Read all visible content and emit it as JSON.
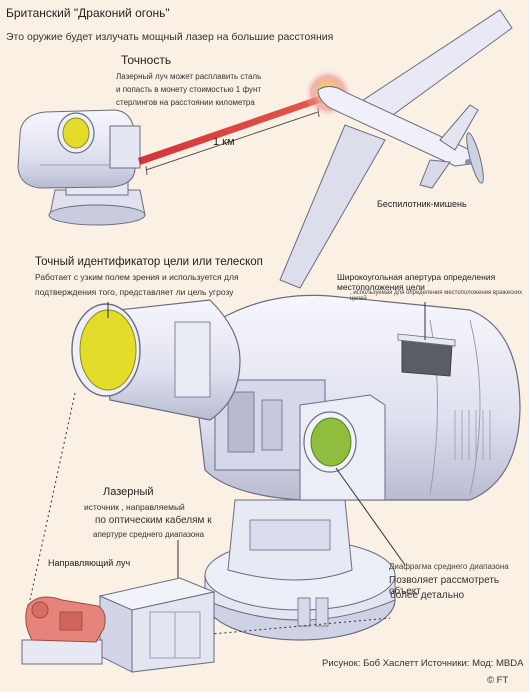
{
  "title": "Британский \"Драконий огонь\"",
  "subtitle": "Это оружие будет излучать мощный лазер на большие расстояния",
  "accuracy": {
    "heading": "Точность",
    "lines": [
      "Лазерный луч может расплавить сталь",
      "и попасть в монету стоимостью 1 фунт",
      "стерлингов на расстоянии километра"
    ]
  },
  "distance_label": "1 км",
  "drone_label": "Беспилотник-мишень",
  "telescope": {
    "heading": "Точный идентификатор цели или телескоп",
    "lines": [
      "Работает с узким полем зрения и используется для",
      "подтверждения того, представляет ли цель угрозу"
    ]
  },
  "wide_aperture": {
    "heading": "Широкоугольная апертура определения местоположения цели",
    "sub": ", используемая для определения местоположения вражеских целей"
  },
  "laser_source": {
    "lines": [
      "Лазерный",
      "источник , направляемый",
      "по оптическим кабелям к",
      "апертуре среднего диапазона"
    ]
  },
  "guide_beam": "Направляющий луч",
  "mid_aperture": {
    "lines": [
      "Диафрагма среднего диапазона",
      "Позволяет рассмотреть объект",
      "более детально"
    ]
  },
  "credits": "Рисунок: Боб Хаслетт   Источники: Мод: MBDA",
  "ft": "© FT",
  "colors": {
    "background": "#fbf0e4",
    "body": "#e9ebf6",
    "shade": "#c5c8dc",
    "outline": "#6a6c80",
    "yellow_lens": "#e3dc2a",
    "green_lens": "#8fbd3e",
    "laser_beam": "#d2222a",
    "laser_source": "#e4847a"
  }
}
